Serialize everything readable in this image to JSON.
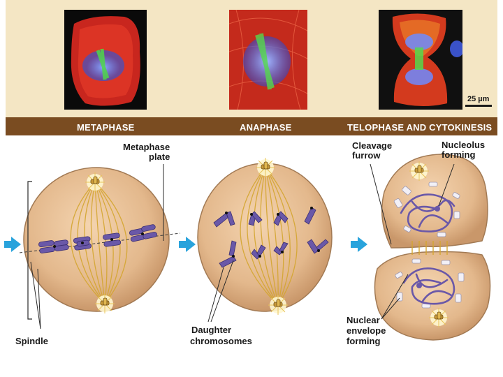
{
  "phases": {
    "metaphase": "METAPHASE",
    "anaphase": "ANAPHASE",
    "telophase": "TELOPHASE AND CYTOKINESIS"
  },
  "scale_bar": "25 µm",
  "labels": {
    "metaphase_plate_1": "Metaphase",
    "metaphase_plate_2": "plate",
    "spindle": "Spindle",
    "daughter_1": "Daughter",
    "daughter_2": "chromosomes",
    "cleavage_1": "Cleavage",
    "cleavage_2": "furrow",
    "nucleolus_1": "Nucleolus",
    "nucleolus_2": "forming",
    "nuclear_1": "Nuclear",
    "nuclear_2": "envelope",
    "nuclear_3": "forming"
  },
  "colors": {
    "cell_fill": "#e3b88c",
    "cell_edge": "#a27a54",
    "spindle": "#d4a630",
    "chromosome": "#6a58a8",
    "phase_bar": "#7a4c21",
    "arrow": "#29a3dc",
    "background_band": "#f4e6c4"
  }
}
